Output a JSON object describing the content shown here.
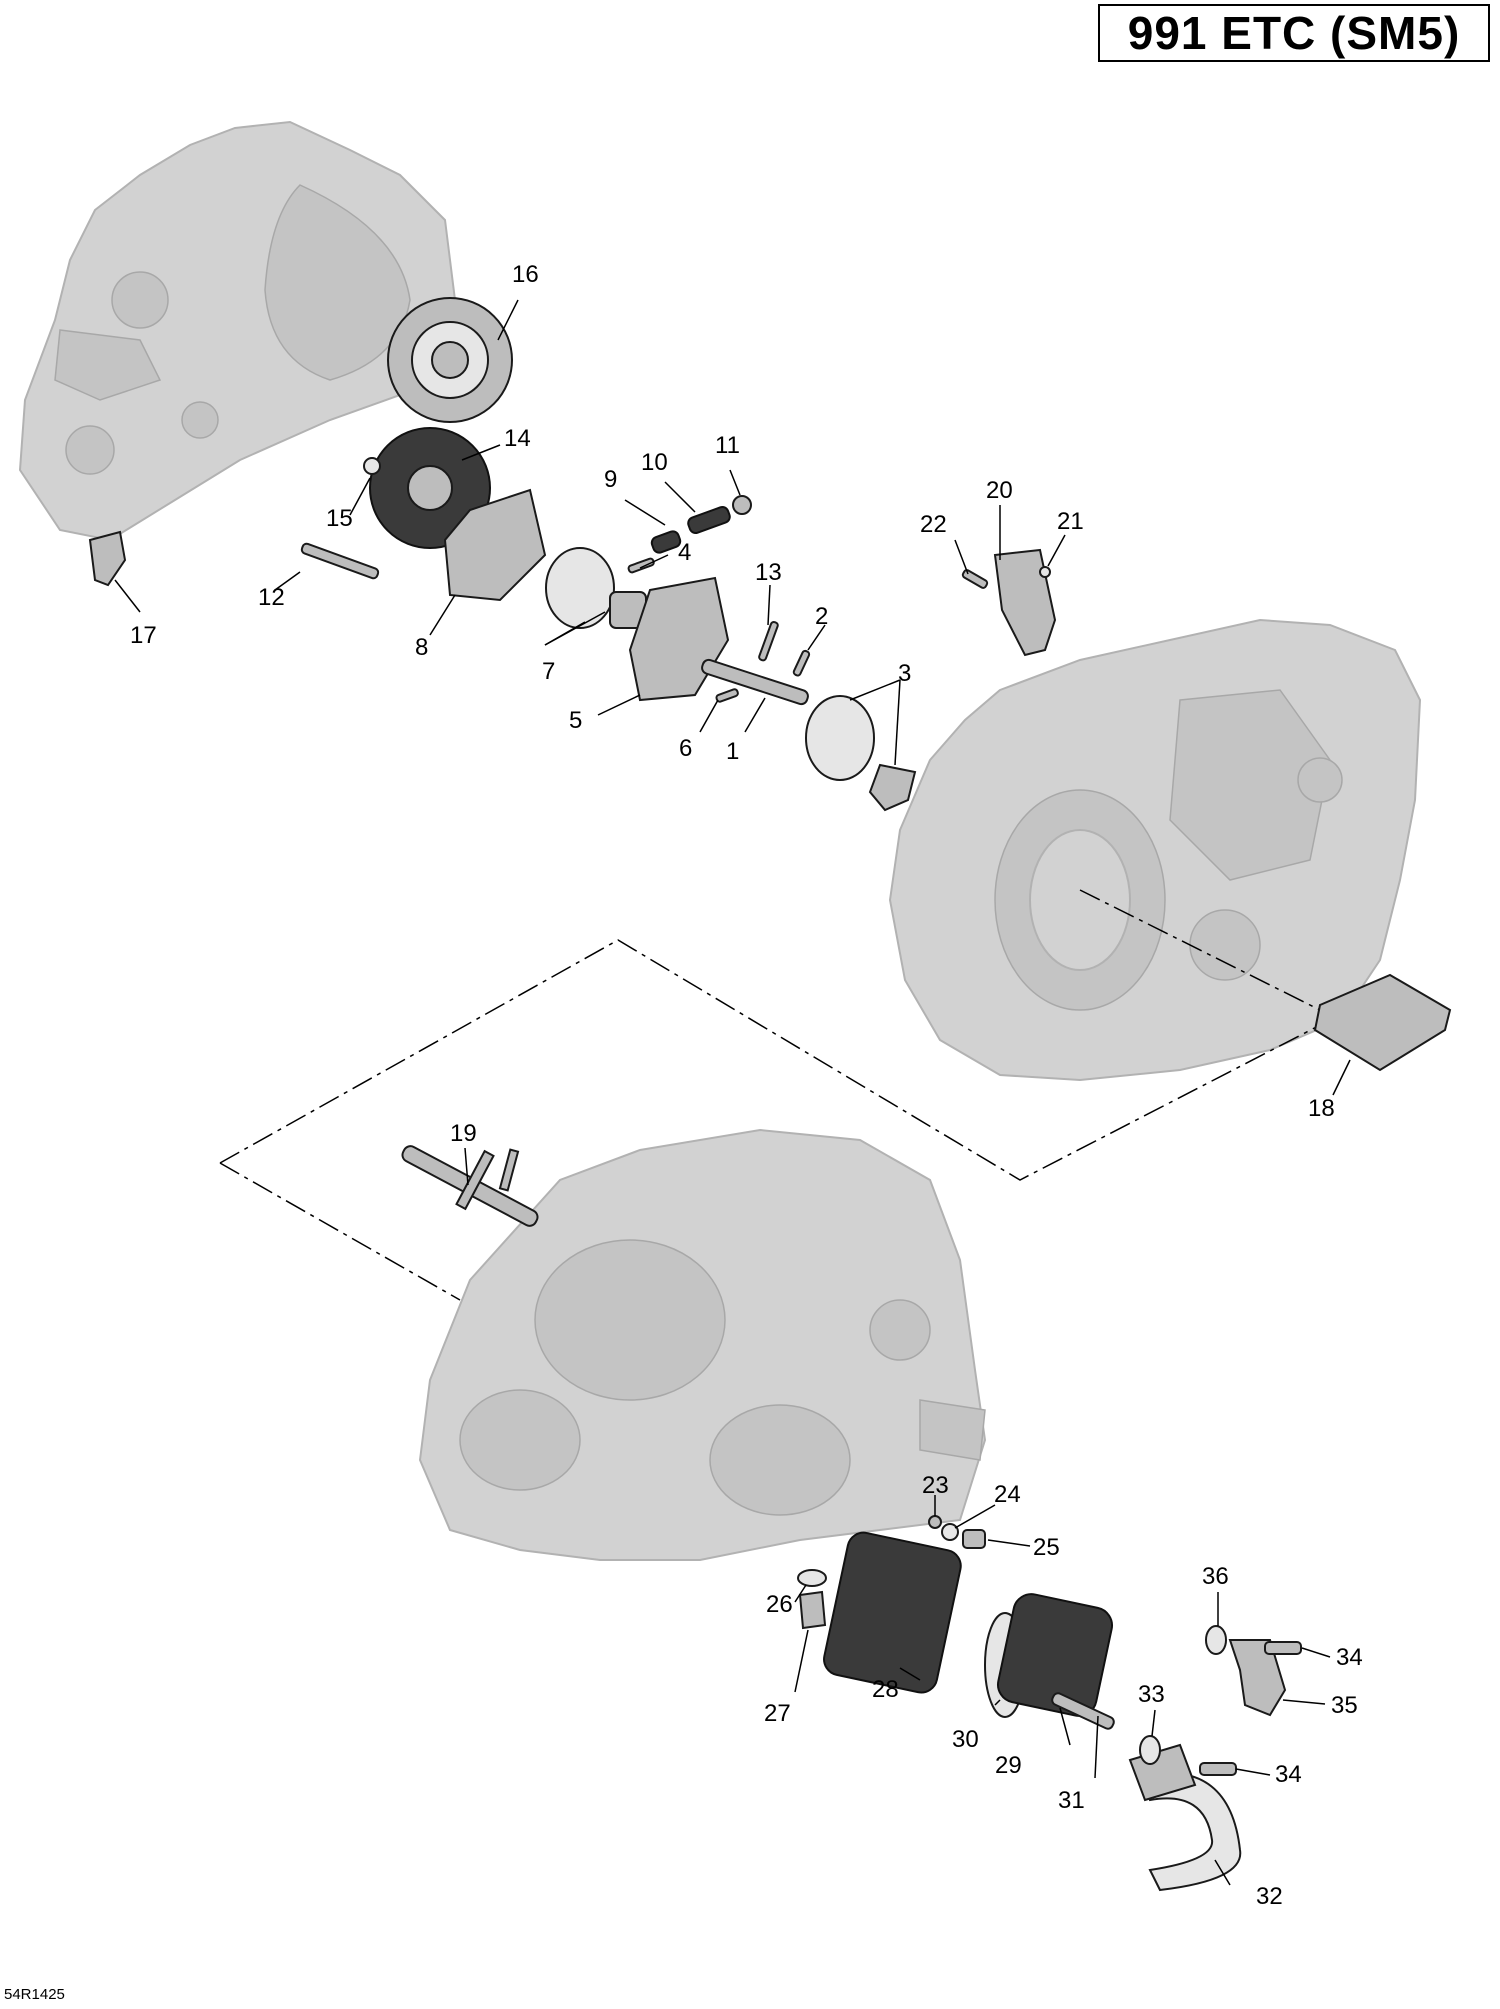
{
  "title": "991 ETC (SM5)",
  "doc_code": "54R1425",
  "callouts": [
    "1",
    "2",
    "3",
    "4",
    "5",
    "6",
    "7",
    "8",
    "9",
    "10",
    "11",
    "12",
    "13",
    "14",
    "15",
    "16",
    "17",
    "18",
    "19",
    "20",
    "21",
    "22",
    "23",
    "24",
    "25",
    "26",
    "27",
    "28",
    "29",
    "30",
    "31",
    "32",
    "33",
    "34",
    "34",
    "35",
    "36"
  ]
}
